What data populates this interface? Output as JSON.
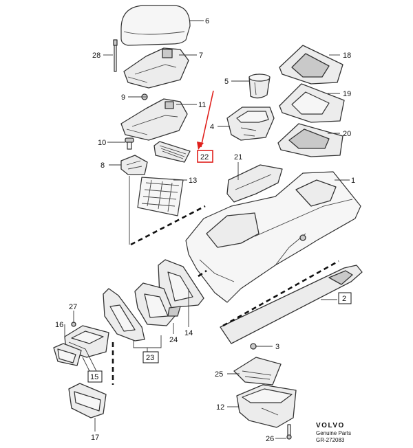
{
  "diagram": {
    "highlight_color": "#e0201c",
    "highlighted_part": "22",
    "callouts": {
      "p1": "1",
      "p2": "2",
      "p3": "3",
      "p4": "4",
      "p5": "5",
      "p6": "6",
      "p7": "7",
      "p8": "8",
      "p9": "9",
      "p10": "10",
      "p11": "11",
      "p12": "12",
      "p13": "13",
      "p14": "14",
      "p15": "15",
      "p16": "16",
      "p17": "17",
      "p18": "18",
      "p19": "19",
      "p20": "20",
      "p21": "21",
      "p22": "22",
      "p23": "23",
      "p24": "24",
      "p25": "25",
      "p26": "26",
      "p27": "27",
      "p28": "28"
    }
  },
  "branding": {
    "brand": "VOLVO",
    "subtitle": "Genuine Parts",
    "code": "GR-272083"
  }
}
